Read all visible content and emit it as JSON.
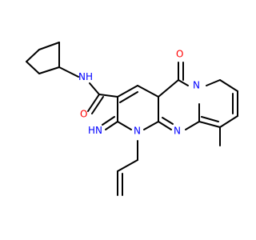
{
  "atoms": {
    "amide_n": {
      "label": "N",
      "sub": "H"
    },
    "amide_o": {
      "label": "O"
    },
    "imino_n": {
      "label": "N",
      "sub": "H",
      "pre": "H"
    },
    "ring_n1": {
      "label": "N"
    },
    "ring_n_bridge": {
      "label": "N"
    },
    "ring_n_pyr": {
      "label": "N"
    },
    "keto_o": {
      "label": "O"
    }
  },
  "colors": {
    "nitrogen": "#0000ff",
    "oxygen": "#ff0000",
    "bond": "#000000"
  }
}
